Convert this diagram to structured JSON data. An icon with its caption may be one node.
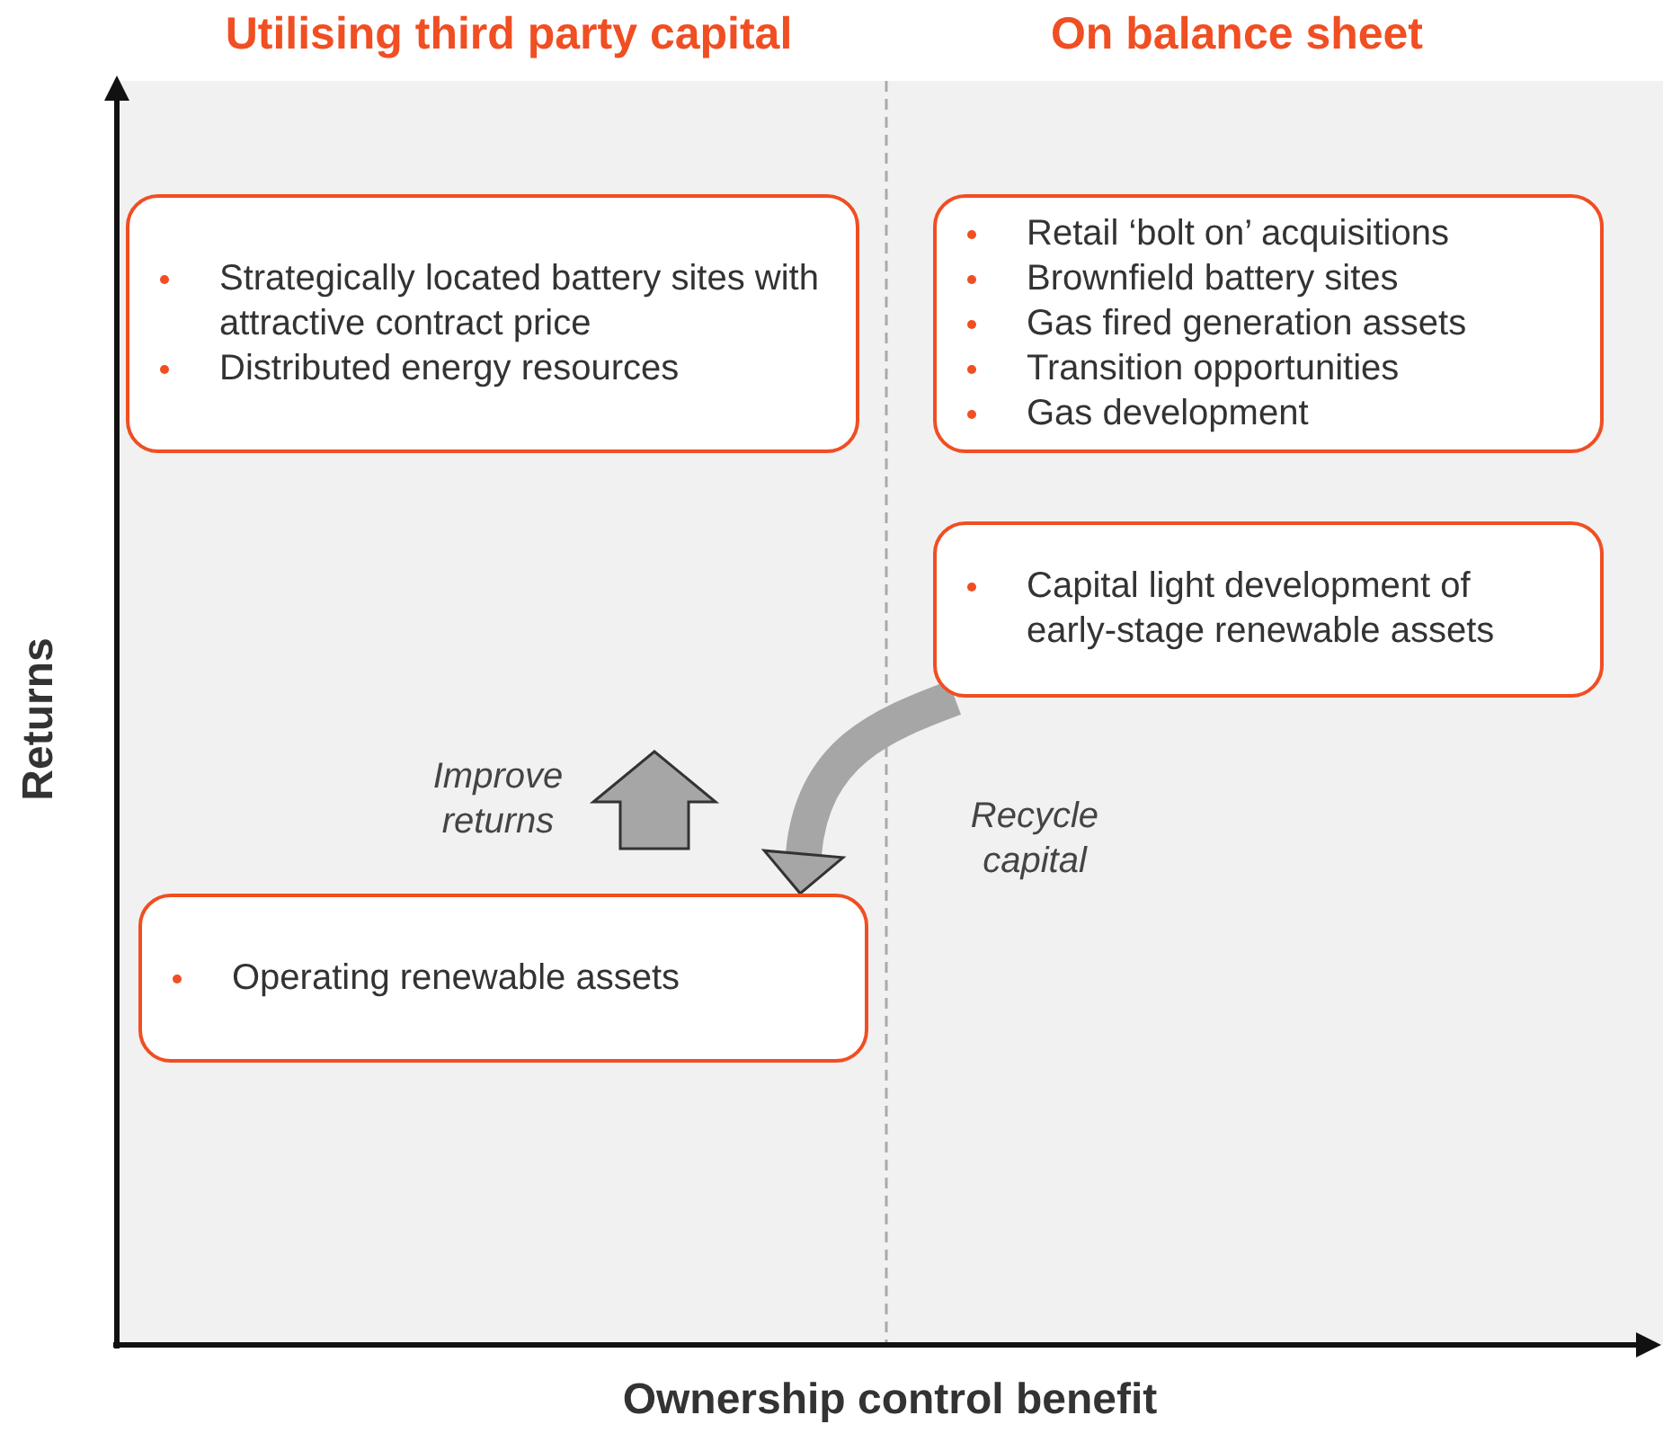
{
  "diagram": {
    "nodes": [
      {
        "text": [
          "Strategically located battery sites with attractive contract price",
          "Distributed energy resources"
        ]
      },
      {
        "text": [
          "Retail ‘bolt on’ acquisitions",
          "Brownfield battery sites",
          "Gas fired generation assets",
          "Transition opportunities",
          "Gas development"
        ]
      },
      {
        "text": [
          "Capital light development of early-stage renewable assets"
        ]
      },
      {
        "text": [
          "Operating renewable assets"
        ]
      }
    ],
    "edges": [
      {
        "from": 2,
        "to": 3,
        "arrow": "to",
        "label": "Recycle capital"
      }
    ],
    "labels": [
      "Utilising third party capital",
      "On balance sheet",
      "Returns",
      "Improve returns",
      "Ownership control benefit"
    ]
  }
}
